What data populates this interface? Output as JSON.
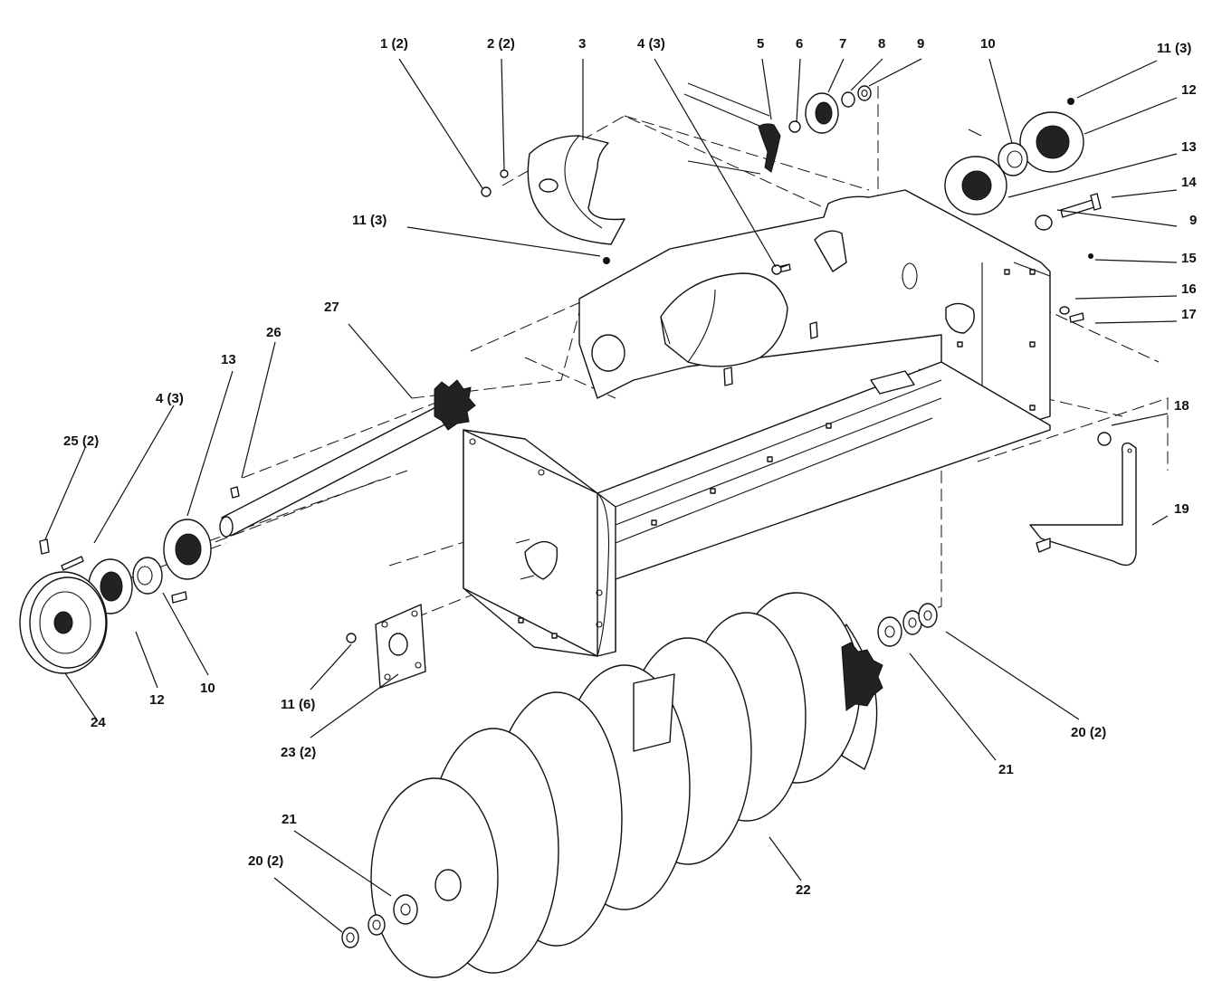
{
  "callouts": [
    {
      "label": "1 (2)"
    },
    {
      "label": "2 (2)"
    },
    {
      "label": "3"
    },
    {
      "label": "4 (3)"
    },
    {
      "label": "5"
    },
    {
      "label": "6"
    },
    {
      "label": "7"
    },
    {
      "label": "8"
    },
    {
      "label": "9"
    },
    {
      "label": "10"
    },
    {
      "label": "11 (3)"
    },
    {
      "label": "12"
    },
    {
      "label": "13"
    },
    {
      "label": "14"
    },
    {
      "label": "9"
    },
    {
      "label": "15"
    },
    {
      "label": "16"
    },
    {
      "label": "17"
    },
    {
      "label": "11 (3)"
    },
    {
      "label": "27"
    },
    {
      "label": "26"
    },
    {
      "label": "13"
    },
    {
      "label": "4 (3)"
    },
    {
      "label": "25 (2)"
    },
    {
      "label": "18"
    },
    {
      "label": "19"
    },
    {
      "label": "24"
    },
    {
      "label": "12"
    },
    {
      "label": "10"
    },
    {
      "label": "11 (6)"
    },
    {
      "label": "23 (2)"
    },
    {
      "label": "20 (2)"
    },
    {
      "label": "21"
    },
    {
      "label": "22"
    },
    {
      "label": "21"
    },
    {
      "label": "20 (2)"
    }
  ]
}
